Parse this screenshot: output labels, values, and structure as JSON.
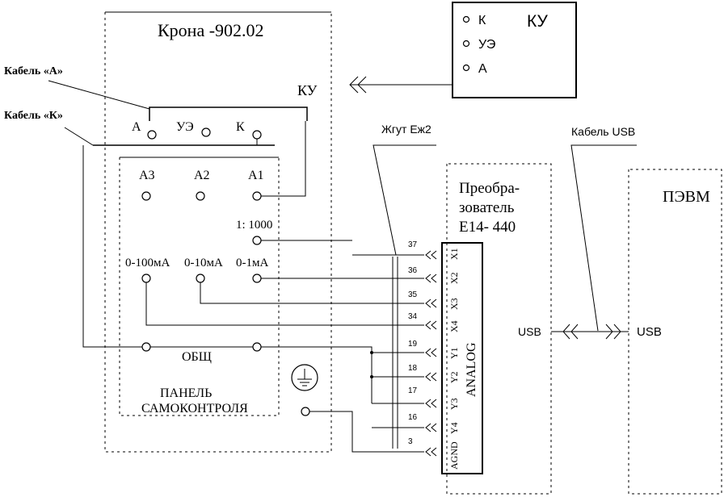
{
  "krona": {
    "title": "Крона -902.02",
    "ku_port": "КУ"
  },
  "ku_box": {
    "title": "КУ",
    "items": [
      "К",
      "УЭ",
      "А"
    ]
  },
  "cables": {
    "cable_a": "Кабель «А»",
    "cable_k": "Кабель «К»",
    "harness": "Жгут Еж2",
    "usb_cable": "Кабель USB"
  },
  "top_jacks": {
    "a": "А",
    "ue": "УЭ",
    "k": "К"
  },
  "panel": {
    "a3": "А3",
    "a2": "А2",
    "a1": "А1",
    "divider": "1: 1000",
    "range_100": "0-100мА",
    "range_10": "0-10мА",
    "range_1": "0-1мА",
    "common": "ОБЩ",
    "panel_line1": "ПАНЕЛЬ",
    "panel_line2": "САМОКОНТРОЛЯ"
  },
  "converter": {
    "line1": "Преобра-",
    "line2": "зователь",
    "line3": "Е14- 440",
    "analog": "ANALOG",
    "usb": "USB",
    "pins": [
      {
        "label": "X1",
        "wire": "37"
      },
      {
        "label": "X2",
        "wire": "36"
      },
      {
        "label": "X3",
        "wire": "35"
      },
      {
        "label": "X4",
        "wire": "34"
      },
      {
        "label": "Y1",
        "wire": "19"
      },
      {
        "label": "Y2",
        "wire": "18"
      },
      {
        "label": "Y3",
        "wire": "17"
      },
      {
        "label": "Y4",
        "wire": "16"
      },
      {
        "label": "AGND",
        "wire": "3"
      }
    ]
  },
  "pc": {
    "title": "ПЭВМ",
    "usb": "USB"
  }
}
